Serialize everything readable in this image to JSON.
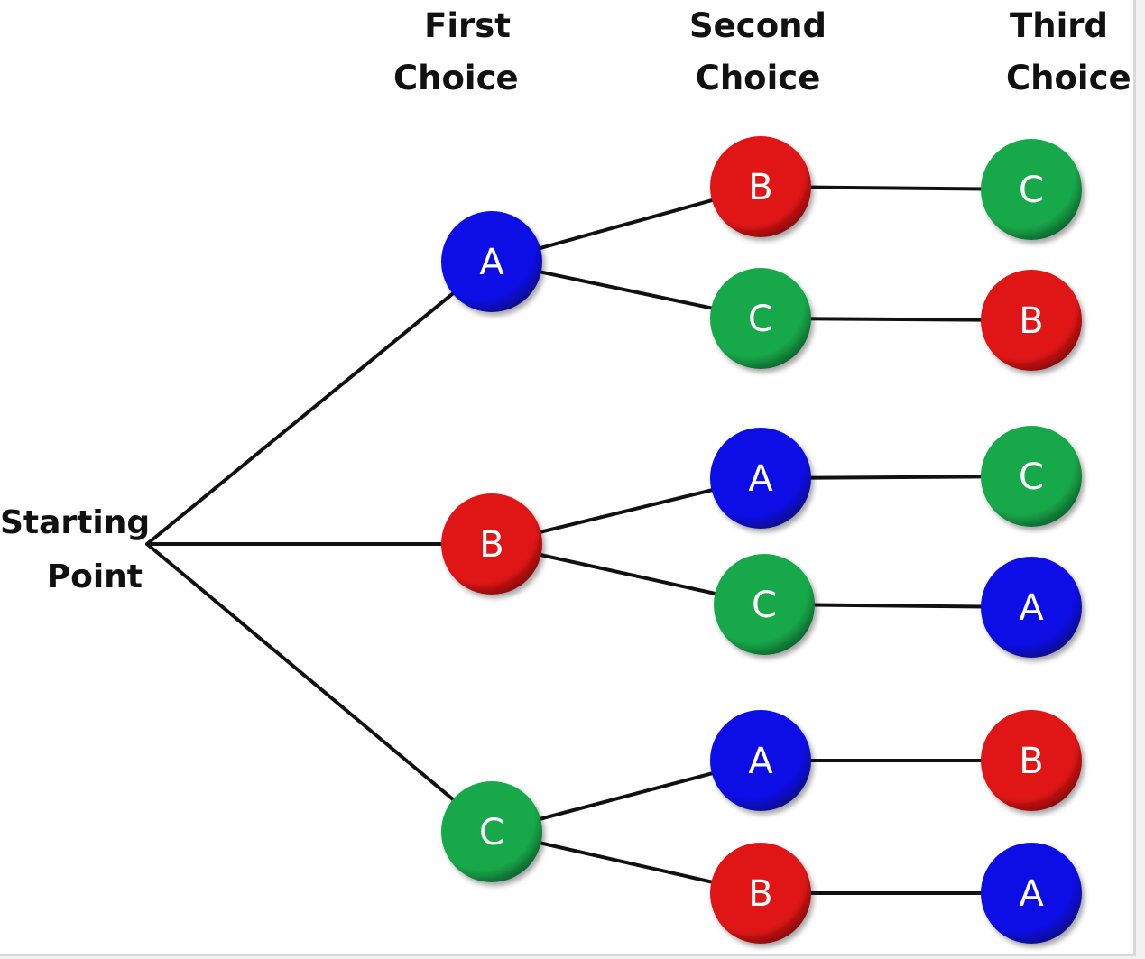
{
  "headers": {
    "first": [
      "First",
      "Choice"
    ],
    "second": [
      "Second",
      "Choice"
    ],
    "third": [
      "Third",
      "Choice"
    ]
  },
  "start": [
    "Starting",
    "Point"
  ],
  "colors": {
    "A": "#1010e6",
    "B": "#e01414",
    "C": "#16a84a"
  },
  "tree": [
    {
      "letter": "A",
      "children": [
        {
          "letter": "B",
          "children": [
            {
              "letter": "C"
            }
          ]
        },
        {
          "letter": "C",
          "children": [
            {
              "letter": "B"
            }
          ]
        }
      ]
    },
    {
      "letter": "B",
      "children": [
        {
          "letter": "A",
          "children": [
            {
              "letter": "C"
            }
          ]
        },
        {
          "letter": "C",
          "children": [
            {
              "letter": "A"
            }
          ]
        }
      ]
    },
    {
      "letter": "C",
      "children": [
        {
          "letter": "A",
          "children": [
            {
              "letter": "B"
            }
          ]
        },
        {
          "letter": "B",
          "children": [
            {
              "letter": "A"
            }
          ]
        }
      ]
    }
  ]
}
